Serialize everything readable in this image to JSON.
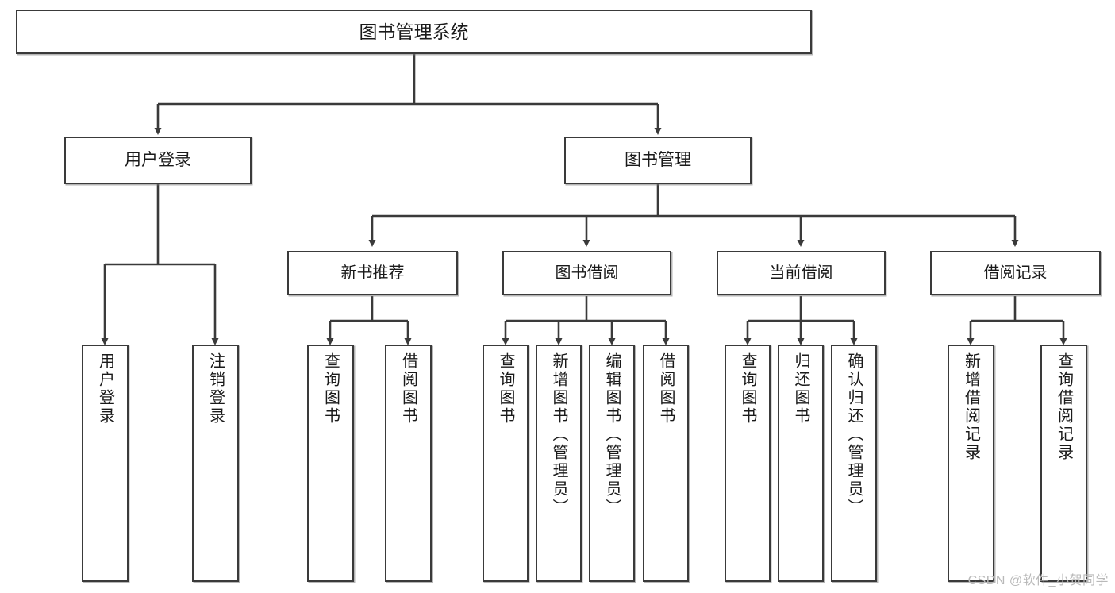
{
  "diagram": {
    "type": "tree-hierarchy",
    "title": "图书管理系统",
    "watermark": "CSDN @软件_小贺同学",
    "colors": {
      "stroke": "#3a3a3a",
      "fill": "#ffffff",
      "text": "#1a1a1a",
      "watermark": "#b9b9b9"
    },
    "root": {
      "label": "图书管理系统",
      "level": 1
    },
    "level2": [
      {
        "label": "用户登录"
      },
      {
        "label": "图书管理"
      }
    ],
    "level3": [
      {
        "label": "新书推荐"
      },
      {
        "label": "图书借阅"
      },
      {
        "label": "当前借阅"
      },
      {
        "label": "借阅记录"
      }
    ],
    "leaves": {
      "user_login": [
        {
          "label": "用户登录"
        },
        {
          "label": "注销登录"
        }
      ],
      "new_book_recommend": [
        {
          "label": "查询图书"
        },
        {
          "label": "借阅图书"
        }
      ],
      "book_borrow": [
        {
          "label": "查询图书"
        },
        {
          "label": "新增图书（管理员）"
        },
        {
          "label": "编辑图书（管理员）"
        },
        {
          "label": "借阅图书"
        }
      ],
      "current_borrow": [
        {
          "label": "查询图书"
        },
        {
          "label": "归还图书"
        },
        {
          "label": "确认归还（管理员）"
        }
      ],
      "borrow_record": [
        {
          "label": "新增借阅记录"
        },
        {
          "label": "查询借阅记录"
        }
      ]
    }
  }
}
